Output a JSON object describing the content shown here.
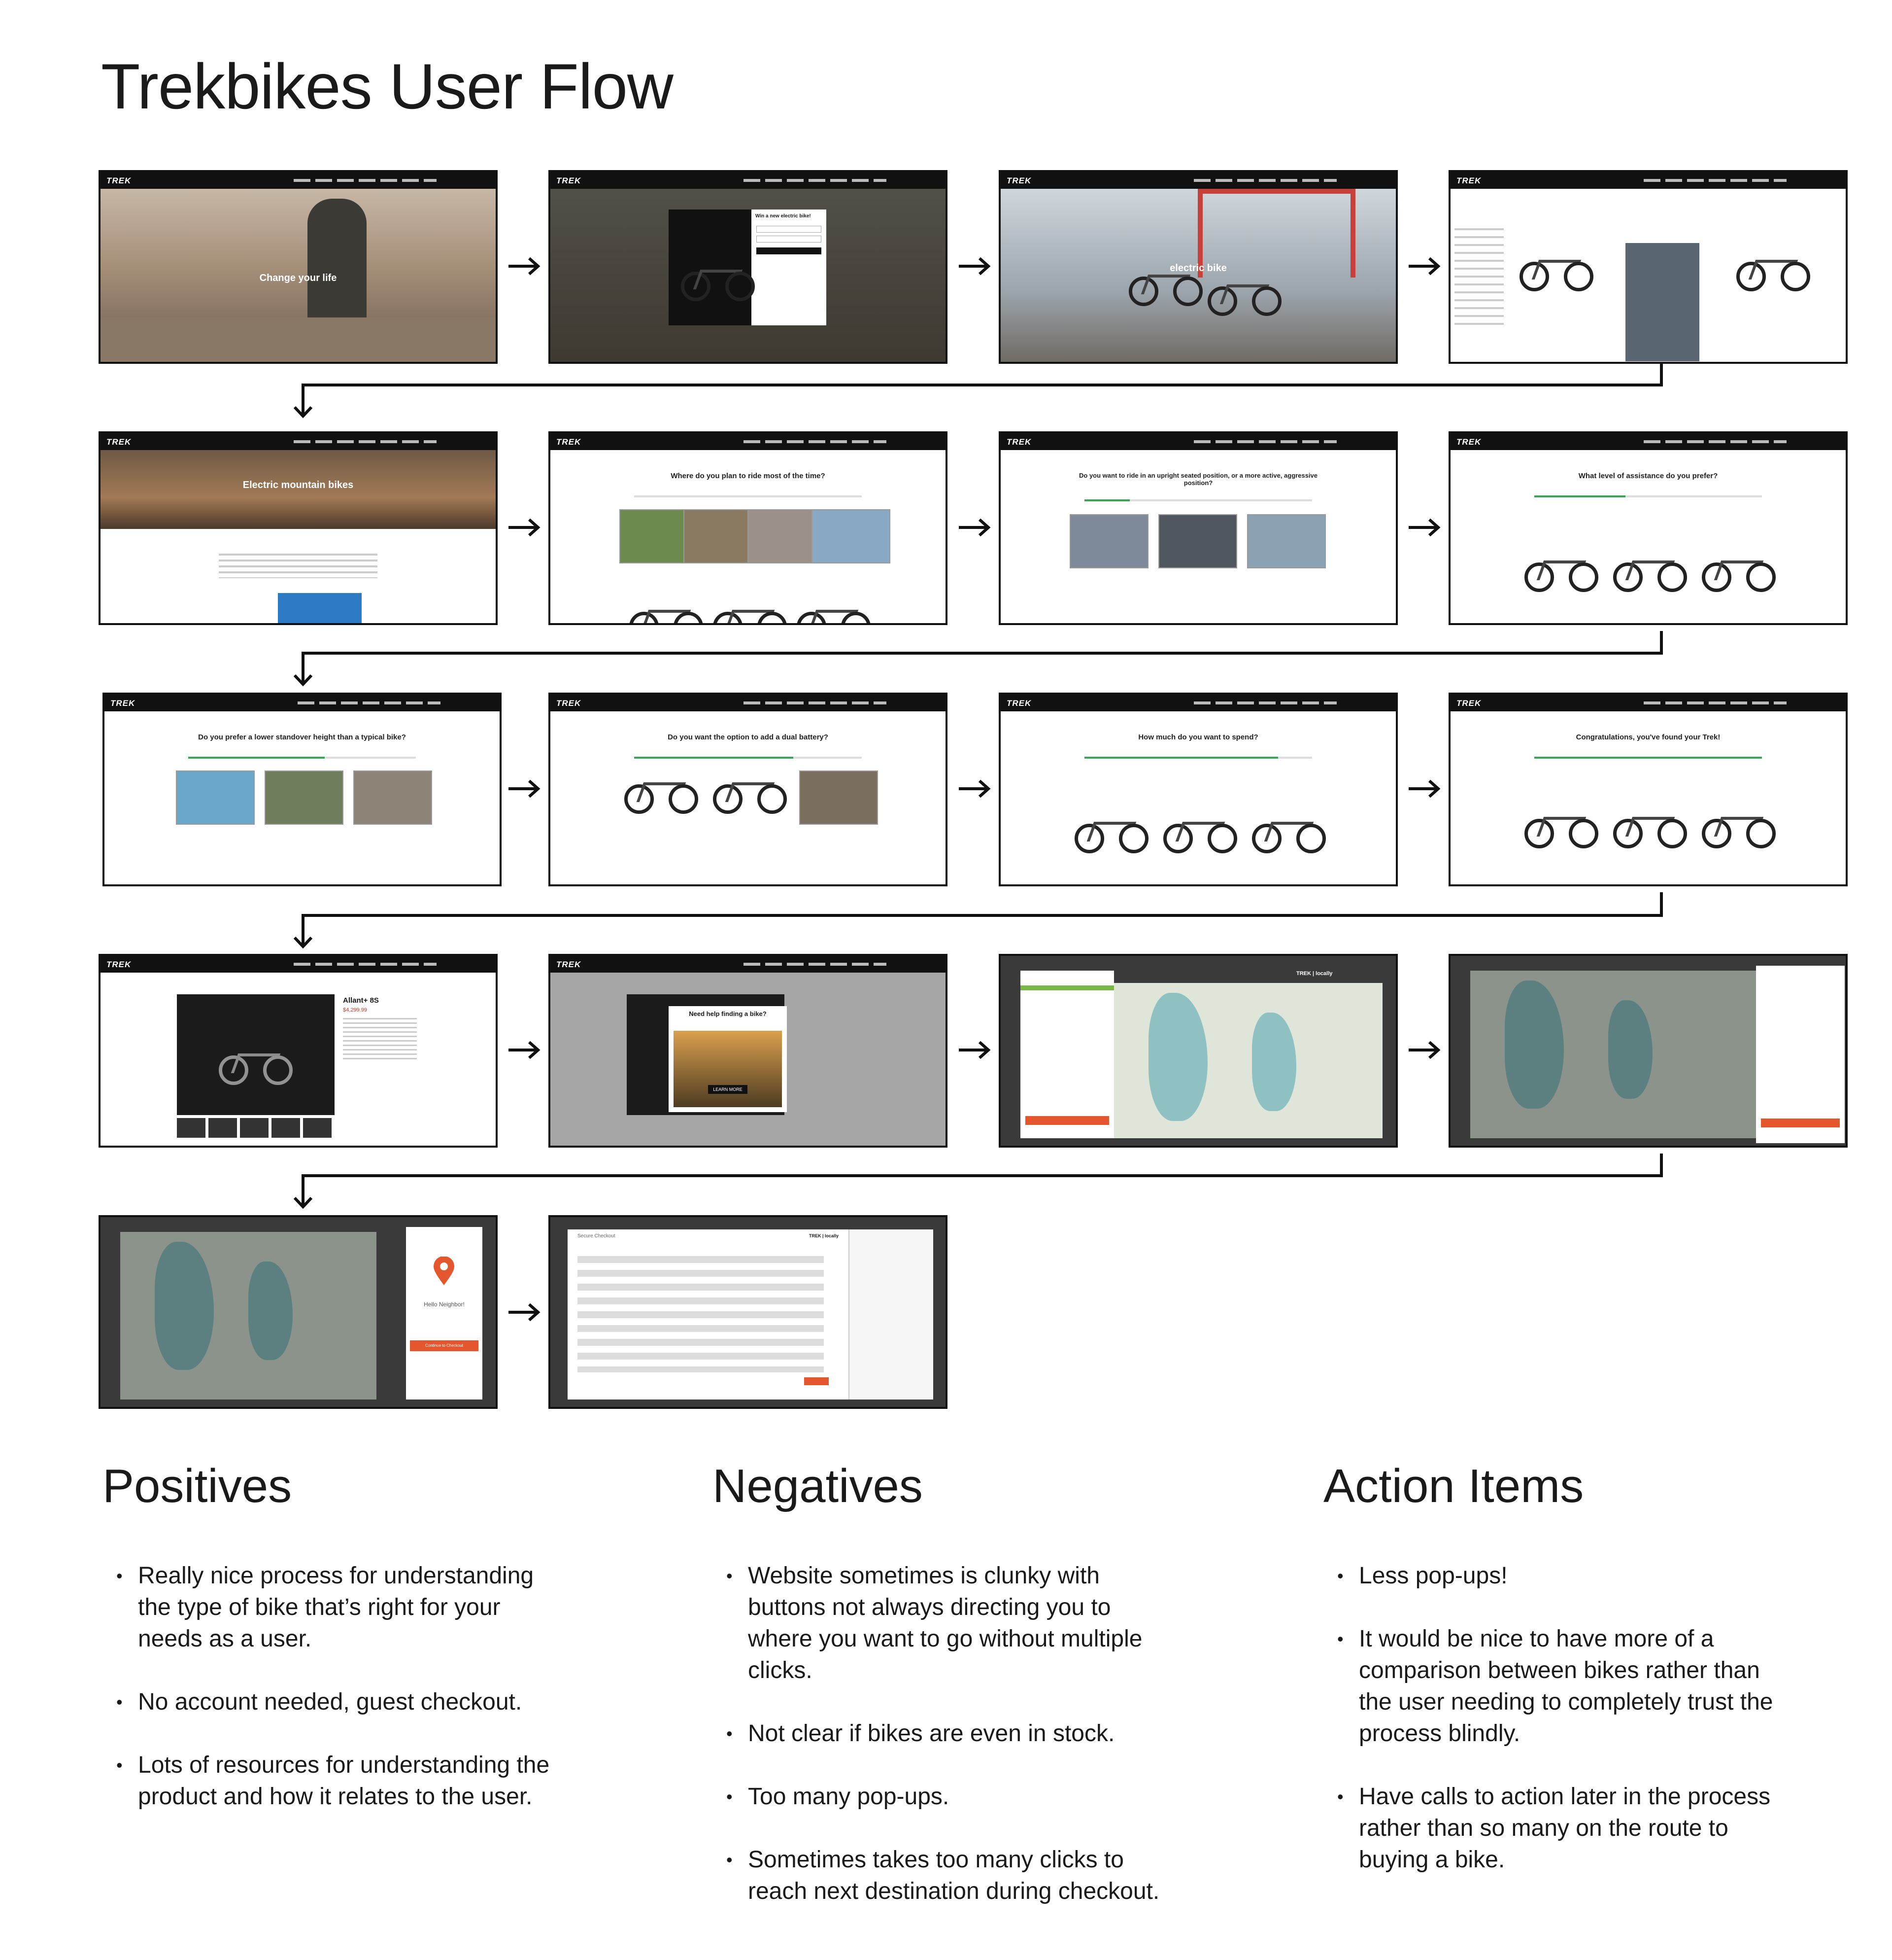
{
  "title": "Trekbikes User Flow",
  "screens": {
    "s1": {
      "caption": "Change your life"
    },
    "s2": {
      "caption": "Win a new electric bike!"
    },
    "s3": {
      "caption": "electric bike"
    },
    "s4": {
      "caption": ""
    },
    "s5": {
      "caption": "Electric mountain bikes"
    },
    "s6": {
      "question": "Where do you plan to ride most of the time?"
    },
    "s7": {
      "question": "Do you want to ride in an upright seated position, or a more active, aggressive position?"
    },
    "s8": {
      "question": "What level of assistance do you prefer?"
    },
    "s9": {
      "question": "Do you prefer a lower standover height than a typical bike?"
    },
    "s10": {
      "question": "Do you want the option to add a dual battery?"
    },
    "s11": {
      "question": "How much do you want to spend?"
    },
    "s12": {
      "question": "Congratulations, you've found your Trek!"
    },
    "s13": {
      "product": "Allant+ 8S",
      "price": "$4,299.99"
    },
    "s14": {
      "caption": "Need help finding a bike?",
      "button": "LEARN MORE"
    },
    "s15": {
      "brand": "TREK | locally"
    },
    "s16": {
      "brand": ""
    },
    "s17": {
      "caption": "Hello Neighbor!",
      "button": "Continue to Checkout"
    },
    "s18": {
      "caption": "Secure Checkout",
      "brand": "TREK | locally"
    }
  },
  "sections": {
    "positives": {
      "heading": "Positives",
      "items": [
        "Really nice process for understanding the type of bike that’s right for your needs as a user.",
        "No account needed, guest checkout.",
        "Lots of resources for understanding the product and how it relates to the user."
      ]
    },
    "negatives": {
      "heading": "Negatives",
      "items": [
        "Website sometimes is clunky with buttons not always directing you to where you want to go without multiple clicks.",
        "Not clear if bikes are even in stock.",
        "Too many pop-ups.",
        "Sometimes takes too many clicks to reach next destination during checkout."
      ]
    },
    "actions": {
      "heading": "Action Items",
      "items": [
        "Less pop-ups!",
        "It would be nice to have more of a comparison between bikes rather than the user needing to completely trust the process blindly.",
        "Have calls to action later in the process rather than so many on the route to buying a bike."
      ]
    }
  },
  "colors": {
    "accent": "#e4572e",
    "progress": "#3aa655",
    "dark": "#111111"
  }
}
